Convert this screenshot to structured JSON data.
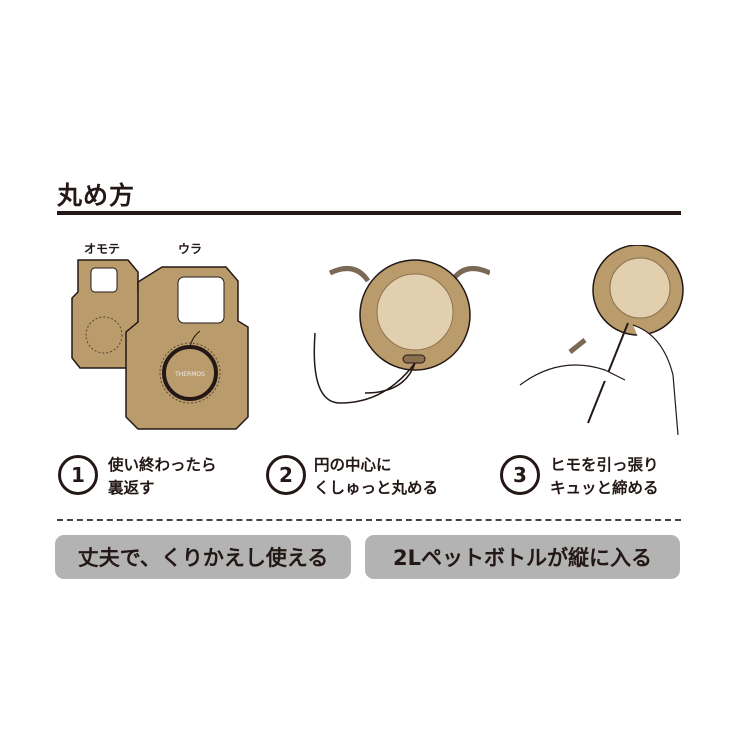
{
  "section_title": "丸め方",
  "bag_labels": {
    "front": "オモテ",
    "back": "ウラ",
    "logo": "THERMOS"
  },
  "steps": [
    {
      "number": "1",
      "line1": "使い終わったら",
      "line2": "裏返す"
    },
    {
      "number": "2",
      "line1": "円の中心に",
      "line2": "くしゅっと丸める"
    },
    {
      "number": "3",
      "line1": "ヒモを引っ張り",
      "line2": "キュッと締める"
    }
  ],
  "features": [
    "丈夫で、くりかえし使える",
    "2Lペットボトルが縦に入る"
  ],
  "colors": {
    "tan": "#b99b6c",
    "dark": "#231815",
    "pill": "#b3b3b3",
    "arrow": "#7a6a55"
  }
}
